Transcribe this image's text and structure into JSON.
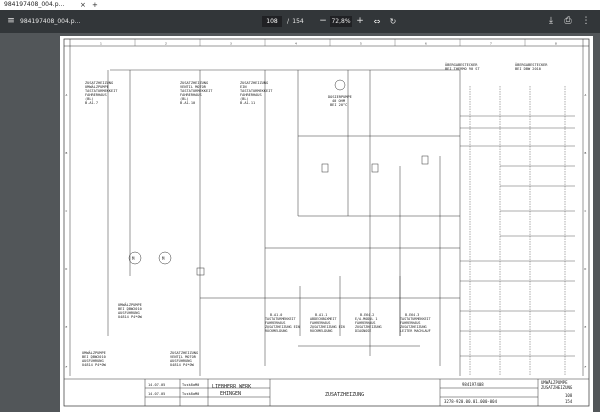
{
  "browser": {
    "tab_title": "984197408_004.p..."
  },
  "toolbar": {
    "filename": "984197408_004.p...",
    "page_current": "108",
    "page_sep": "/",
    "page_total": "154",
    "zoom": "72,8%",
    "icons": [
      "menu-icon",
      "zoom-out-icon",
      "zoom-in-icon",
      "fit-page-icon",
      "rotate-icon",
      "download-icon",
      "print-icon",
      "more-icon"
    ]
  },
  "drawing": {
    "columns": [
      "1",
      "2",
      "3",
      "4",
      "5",
      "6",
      "7",
      "8"
    ],
    "rows": [
      "A",
      "B",
      "C",
      "D",
      "E",
      "F"
    ],
    "blocks": [
      {
        "title": "ZUSATZHEIZUNG",
        "lines": [
          "UMWÄLZPUMPE",
          "TASTATURMEKKEIT",
          "FAHRERHAUS",
          "(BL)"
        ],
        "ref": "B.A1.7"
      },
      {
        "title": "ZUSATZHEIZUNG",
        "lines": [
          "VENTIL MOTOR",
          "TASTATURMEKKEIT",
          "FAHRERHAUS",
          "(BL)"
        ],
        "ref": "B.A1.10"
      },
      {
        "title": "ZUSATZHEIZUNG",
        "lines": [
          "EIN",
          "TASTATURMEKKEIT",
          "FAHRERHAUS",
          "(BL)"
        ],
        "ref": "B.A1.11"
      }
    ],
    "doser": [
      "DOSIERPUMPE",
      "40 OHM",
      "BEI 20°C"
    ],
    "right_headers": [
      "ÜBERGABESTECKER",
      "BEI THERMO 90 ST",
      "ÜBERGABESTECKER",
      "BEI DBW 2010"
    ],
    "bottom_labels": [
      {
        "ref": "B.A1.0",
        "lines": [
          "TASTATURMEKKEIT",
          "FAHRERHAUS",
          "ZUSATZHEIZUNG EIN",
          "RÜCKMELDUNG"
        ]
      },
      {
        "ref": "B.A1.1",
        "lines": [
          "ABDECKBOXMEIT",
          "FAHRERHAUS",
          "ZUSATZHEIZUNG EIN",
          "RÜCKMELDUNG"
        ]
      },
      {
        "ref": "B.E64.2",
        "lines": [
          "E/A-MODUL 1",
          "FAHRERHAUS",
          "ZUSATZHEIZUNG",
          "DIAGNOSE"
        ]
      },
      {
        "ref": "B.E64.3",
        "lines": [
          "TASTATURMEKKEIT",
          "FAHRERHAUS",
          "ZUSATZHEIZUNG",
          "LEITER MACHLAUF"
        ]
      }
    ],
    "left_bottom": [
      "UMWÄLZPUMPE",
      "BEI DBW2010",
      "AUSFÜHRUNG",
      "U4814 P4*0W"
    ],
    "left_bottom2": [
      "UMWÄLZPUMPE",
      "BEI DBW2010",
      "AUSFÜHRUNG",
      "U4814 P4*0W"
    ],
    "ventil_bottom": [
      "ZUSATZHEIZUNG",
      "VENTIL MOTOR",
      "AUSFÜHRUNG",
      "U4814 P4*0W"
    ],
    "title_block": {
      "dates": [
        "14.07.05",
        "14.07.05"
      ],
      "names": [
        "Tusk8aM0",
        "Tusk8aM0"
      ],
      "company": [
        "LIEBHERR WERK",
        "EHINGEN"
      ],
      "title": "ZUSATZHEIZUNG",
      "doc_no": "984197408",
      "drawing_no": "3278-920.00.01.000-004",
      "right": [
        "UMWÄLZPUMPE",
        "ZUSATZHEIZUNG"
      ],
      "sheet": "108",
      "total": "154"
    }
  }
}
